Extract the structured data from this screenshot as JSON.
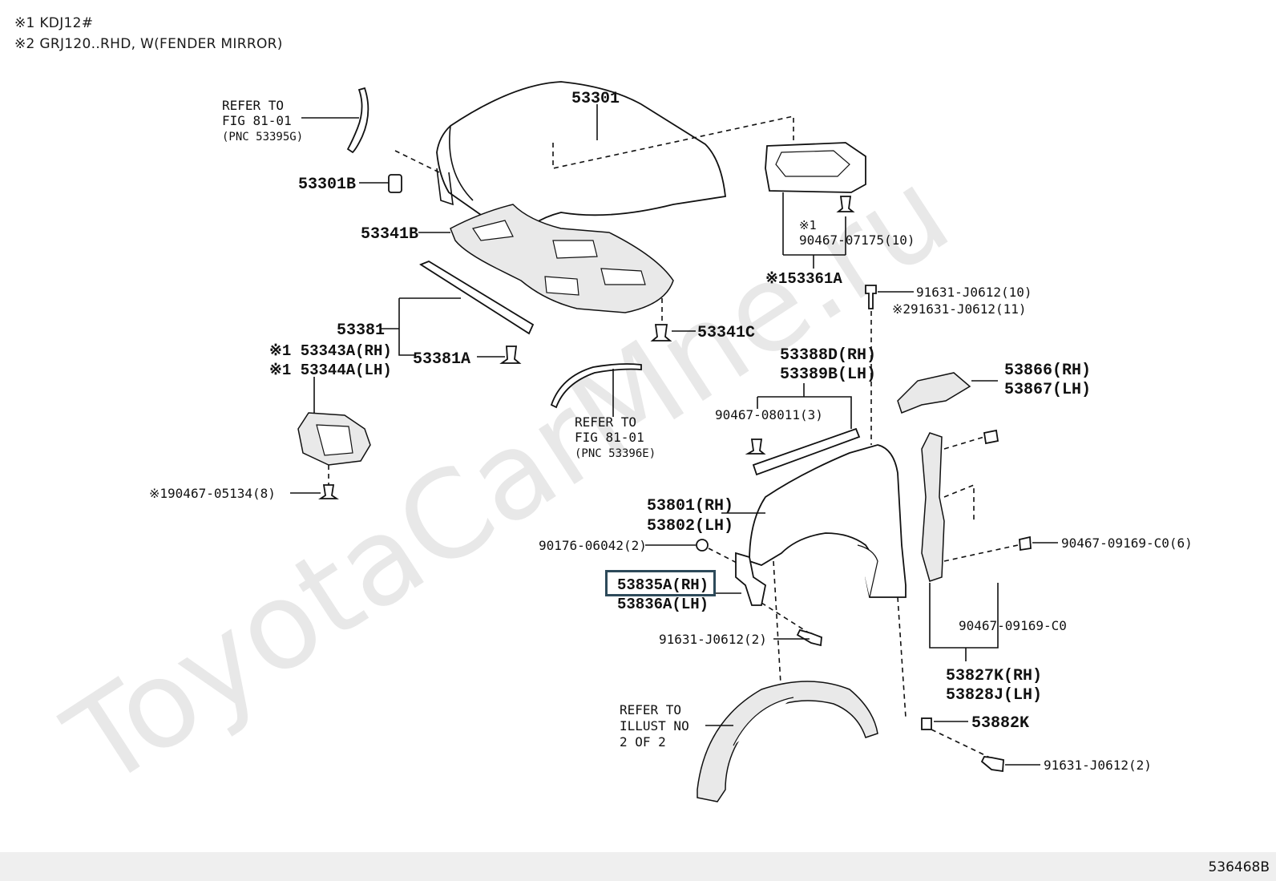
{
  "notes": {
    "note1": "※1  KDJ12#",
    "note2": "※2  GRJ120..RHD, W(FENDER MIRROR)"
  },
  "watermark": "ToyotaCarMne.ru",
  "document_id": "536468B",
  "highlight_color": "#2d4a5a",
  "labels": {
    "hood": "53301",
    "hood_cushion": "53301B",
    "hood_insulator": "53341B",
    "insulator_clip": "53341C",
    "seal": "53381",
    "seal_clip": "53381A",
    "bracket_rh": "※1 53343A(RH)",
    "bracket_lh": "※1 53344A(LH)",
    "bracket_clip": "※190467-05134(8)",
    "refer_top_1": "REFER TO",
    "refer_top_2": "FIG 81-01",
    "refer_top_3": "(PNC 53395G)",
    "refer_mid_1": "REFER TO",
    "refer_mid_2": "FIG 81-01",
    "refer_mid_3": "(PNC 53396E)",
    "cover_clip_note": "※1",
    "cover_clip": "90467-07175(10)",
    "cover": "※153361A",
    "bolt_a": "91631-J0612(10)",
    "bolt_b": "※291631-J0612(11)",
    "fender_seal_rh": "53388D(RH)",
    "fender_seal_lh": "53389B(LH)",
    "fender_seal_clip": "90467-08011(3)",
    "fender_rh": "53801(RH)",
    "fender_lh": "53802(LH)",
    "fender_nut": "90176-06042(2)",
    "fender_bracket_rh": "53835A(RH)",
    "fender_bracket_lh": "53836A(LH)",
    "bracket_bolt": "91631-J0612(2)",
    "splash_rh": "53866(RH)",
    "splash_lh": "53867(LH)",
    "liner_clip_a": "90467-09169-C0(6)",
    "liner_clip_b": "90467-09169-C0",
    "liner_rh": "53827K(RH)",
    "liner_lh": "53828J(LH)",
    "plate": "53882K",
    "plate_bolt": "91631-J0612(2)",
    "refer_illust_1": "REFER TO",
    "refer_illust_2": "ILLUST NO",
    "refer_illust_3": "2 OF 2"
  }
}
